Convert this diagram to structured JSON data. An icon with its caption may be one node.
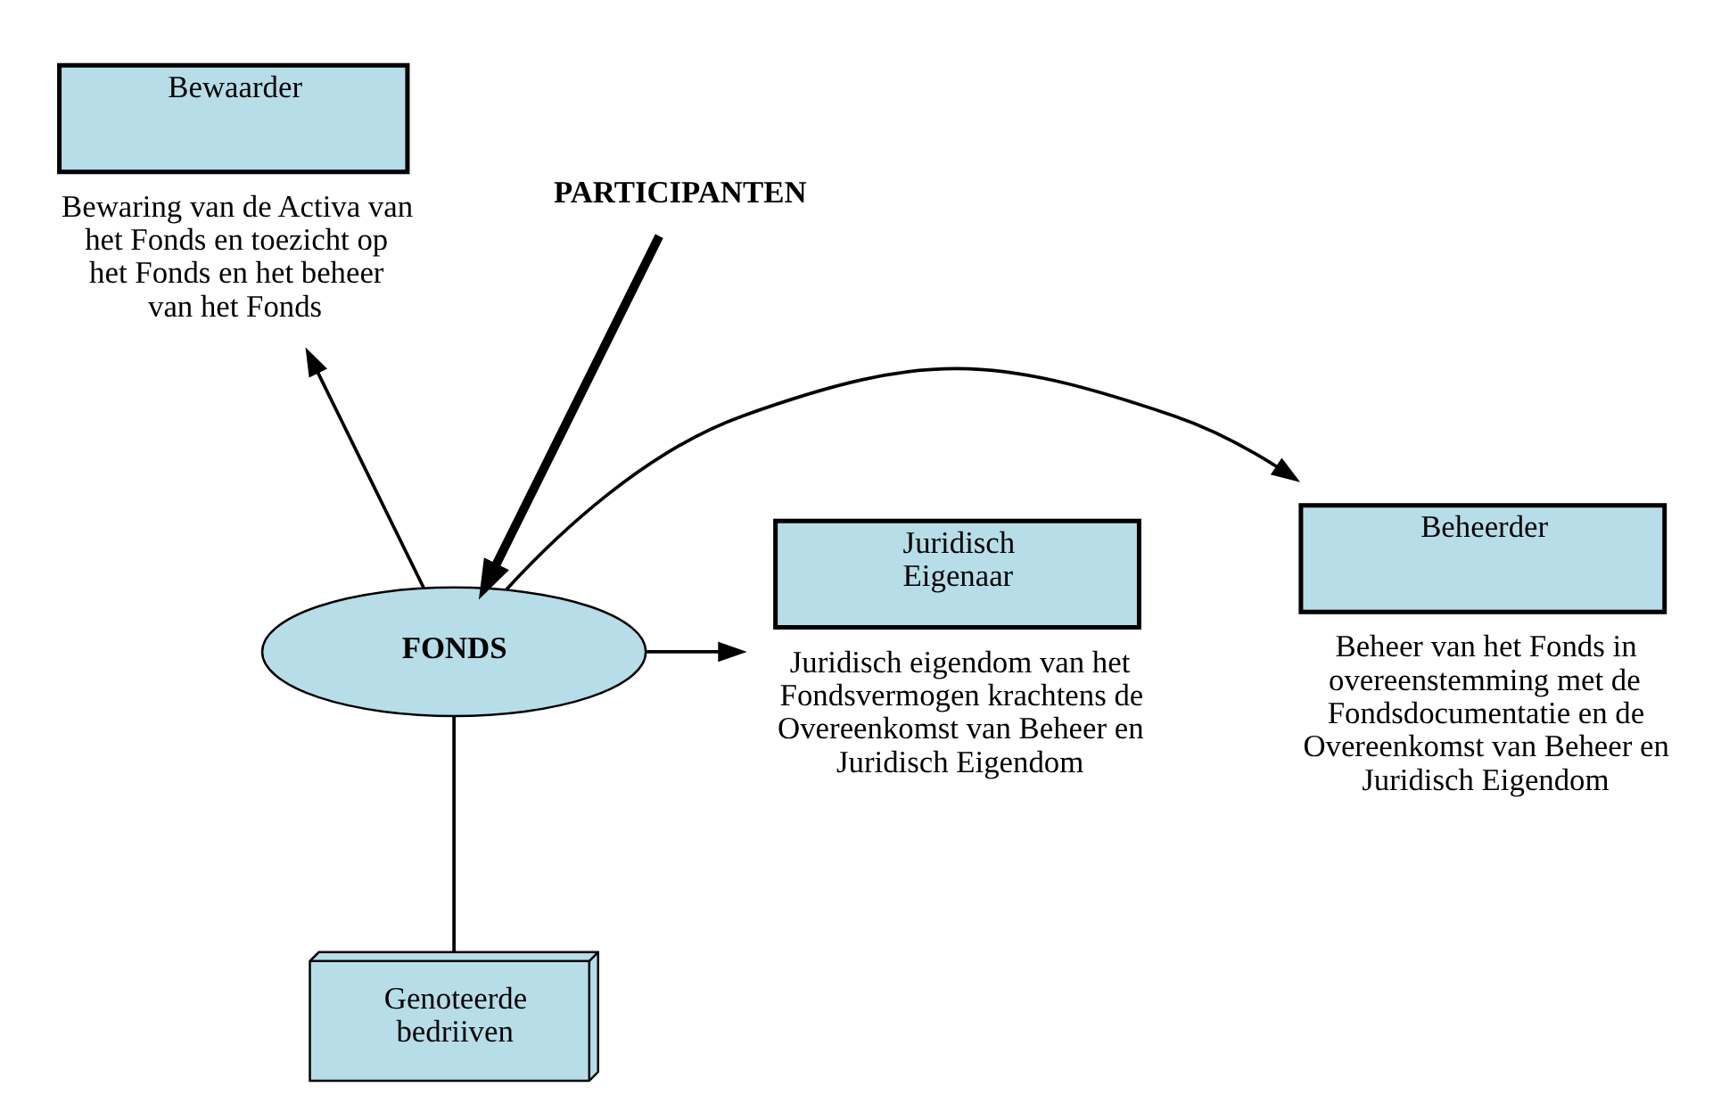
{
  "diagram": {
    "nodes": [
      {
        "text": [
          "Bewaarder"
        ],
        "beside": [
          "Bewaring van de Activa van het Fonds en toezicht op het Fonds en het beheer van het Fonds"
        ]
      },
      {
        "text": [
          "PARTICIPANTEN"
        ]
      },
      {
        "text": [
          "Beheerder"
        ],
        "beside": [
          "Beheer van het Fonds in overeenstemming met de Fondsdocumentatie en de Overeenkomst van Beheer en Juridisch Eigendom"
        ]
      },
      {
        "text": [
          "FONDS"
        ]
      },
      {
        "text": [
          "Juridisch Eigenaar"
        ],
        "beside": [
          "Juridisch eigendom van het Fondsvermogen krachtens de Overeenkomst van Beheer en Juridisch Eigendom"
        ]
      },
      {
        "text": [
          "Genoteerde bedriiven"
        ]
      }
    ],
    "edges": [
      {
        "from": 1,
        "to": 3,
        "arrow": "to",
        "style": "thick"
      },
      {
        "from": 3,
        "to": 2,
        "arrow": "to"
      },
      {
        "from": 3,
        "to": 0,
        "arrow": "to"
      },
      {
        "from": 3,
        "to": 4,
        "arrow": "to"
      },
      {
        "from": 3,
        "to": 5,
        "arrow": "none"
      }
    ]
  }
}
